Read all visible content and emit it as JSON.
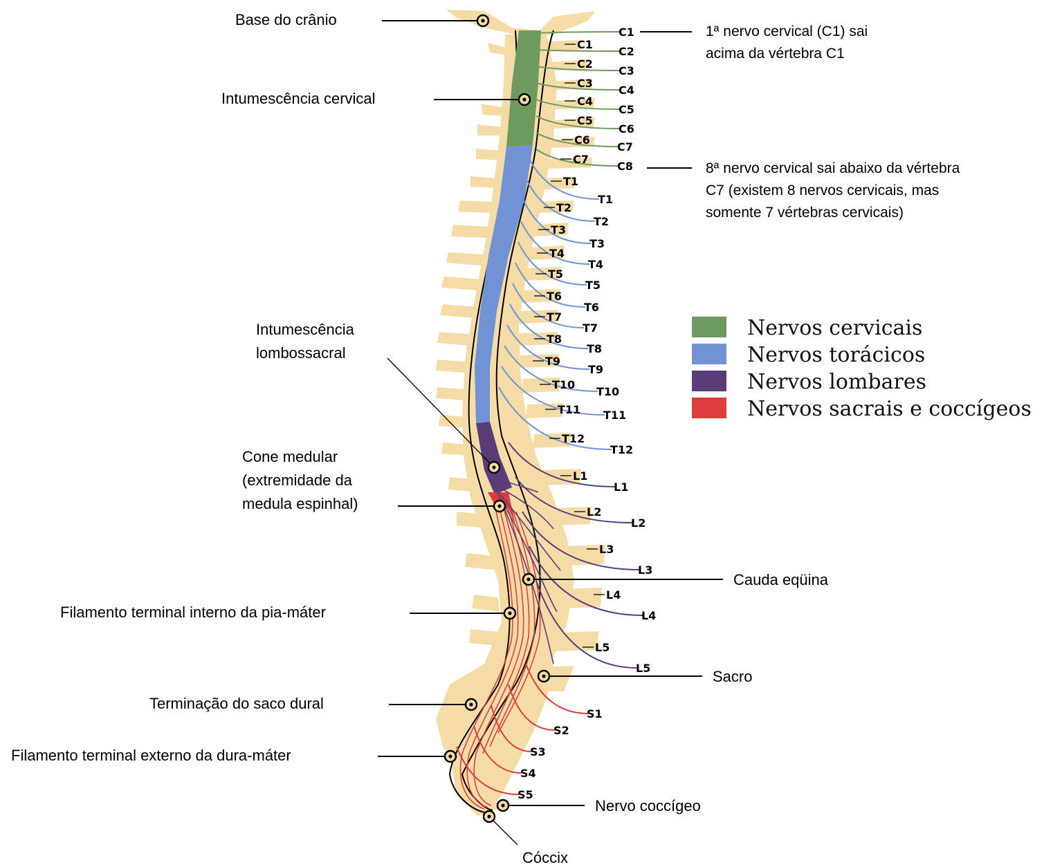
{
  "labels": {
    "base_cranio": "Base do crânio",
    "intumescencia_cervical": "Intumescência cervical",
    "intumescencia_lombossacral_1": "Intumescência",
    "intumescencia_lombossacral_2": "lombossacral",
    "cone_medular_1": "Cone medular",
    "cone_medular_2": "(extremidade da",
    "cone_medular_3": "medula espinhal)",
    "filamento_interno": "Filamento terminal interno da pia-máter",
    "terminacao_saco": "Terminação do saco dural",
    "filamento_externo": "Filamento terminal externo da dura-máter",
    "coccix": "Cóccix",
    "nervo_coccigeo": "Nervo coccígeo",
    "sacro": "Sacro",
    "cauda_equina": "Cauda eqüina",
    "c1_note_1": "1ª nervo cervical (C1) sai",
    "c1_note_2": "acima da vértebra C1",
    "c8_note_1": "8ª nervo cervical sai abaixo da vértebra",
    "c8_note_2": "C7 (existem 8 nervos cervicais, mas",
    "c8_note_3": "somente 7 vértebras cervicais)"
  },
  "legend": [
    {
      "label": "Nervos cervicais",
      "color": "#6e9a5e"
    },
    {
      "label": "Nervos torácicos",
      "color": "#6f93d4"
    },
    {
      "label": "Nervos lombares",
      "color": "#5a3d78"
    },
    {
      "label": "Nervos sacrais e coccígeos",
      "color": "#dd3d3d"
    }
  ],
  "vertebra_labels": [
    "C1",
    "C2",
    "C3",
    "C4",
    "C5",
    "C6",
    "C7",
    "T1",
    "T2",
    "T3",
    "T4",
    "T5",
    "T6",
    "T7",
    "T8",
    "T9",
    "T10",
    "T11",
    "T12",
    "L1",
    "L2",
    "L3",
    "L4",
    "L5"
  ],
  "nerve_labels": [
    "C1",
    "C2",
    "C3",
    "C4",
    "C5",
    "C6",
    "C7",
    "C8",
    "T1",
    "T2",
    "T3",
    "T4",
    "T5",
    "T6",
    "T7",
    "T8",
    "T9",
    "T10",
    "T11",
    "T12",
    "L1",
    "L2",
    "L3",
    "L4",
    "L5",
    "S1",
    "S2",
    "S3",
    "S4",
    "S5"
  ],
  "colors": {
    "bone": "#f5dca6",
    "cervical": "#6e9a5e",
    "thoracic": "#6f93d4",
    "lumbar": "#5a3d78",
    "sacral": "#dd3d3d"
  }
}
